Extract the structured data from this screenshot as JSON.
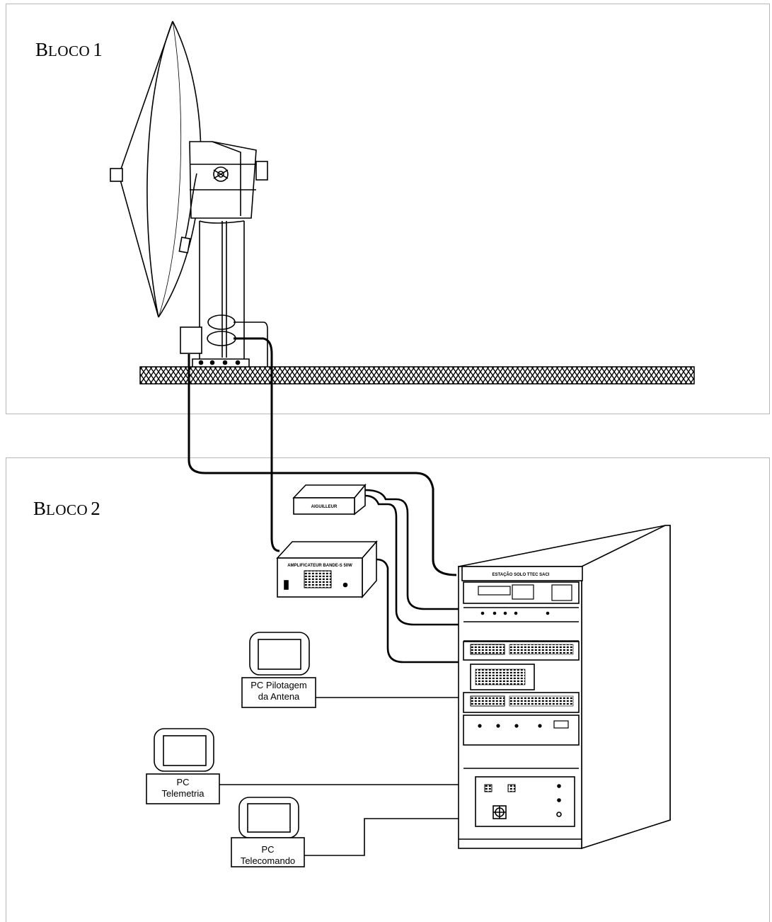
{
  "blocks": [
    {
      "cap": "B",
      "rest": "LOCO",
      "num": "1"
    },
    {
      "cap": "B",
      "rest": "LOCO",
      "num": "2"
    }
  ],
  "equipment": {
    "splitter_label": "AIGUILLEUR",
    "amplifier_label": "AMPLIFICATEUR BANDE-S 50W",
    "station_label": "ESTAÇÃO SOLO TTEC SACI"
  },
  "pcs": {
    "pilotagem": {
      "line1": "PC Pilotagem",
      "line2": "da Antena"
    },
    "telemetria": {
      "line1": "PC",
      "line2": "Telemetria"
    },
    "telecomando": {
      "line1": "PC",
      "line2": "Telecomando"
    }
  }
}
